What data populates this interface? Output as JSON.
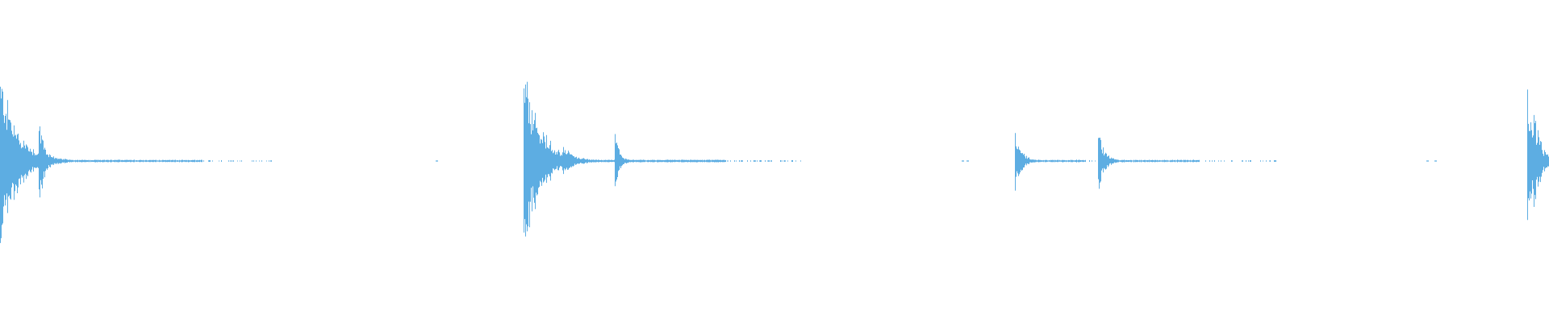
{
  "waveform": {
    "color": "#5dade2",
    "transients": [
      {
        "t": 0.0,
        "amp": 0.73,
        "decay": 0.011,
        "tail": 0.13
      },
      {
        "t": 0.025,
        "amp": 0.36,
        "decay": 0.004,
        "tail": 0.05
      },
      {
        "t": 0.338,
        "amp": 0.73,
        "decay": 0.011,
        "tail": 0.13
      },
      {
        "t": 0.363,
        "amp": 0.14,
        "decay": 0.006,
        "tail": 0.03
      },
      {
        "t": 0.397,
        "amp": 0.23,
        "decay": 0.003,
        "tail": 0.07
      },
      {
        "t": 0.655,
        "amp": 0.27,
        "decay": 0.004,
        "tail": 0.045
      },
      {
        "t": 0.709,
        "amp": 0.25,
        "decay": 0.004,
        "tail": 0.065
      },
      {
        "t": 0.986,
        "amp": 0.62,
        "decay": 0.004,
        "tail": 0.014
      },
      {
        "t": 0.99,
        "amp": 0.47,
        "decay": 0.004,
        "tail": 0.01
      }
    ],
    "silence_ticks": [
      0.281,
      0.621,
      0.624,
      0.921,
      0.926
    ]
  }
}
